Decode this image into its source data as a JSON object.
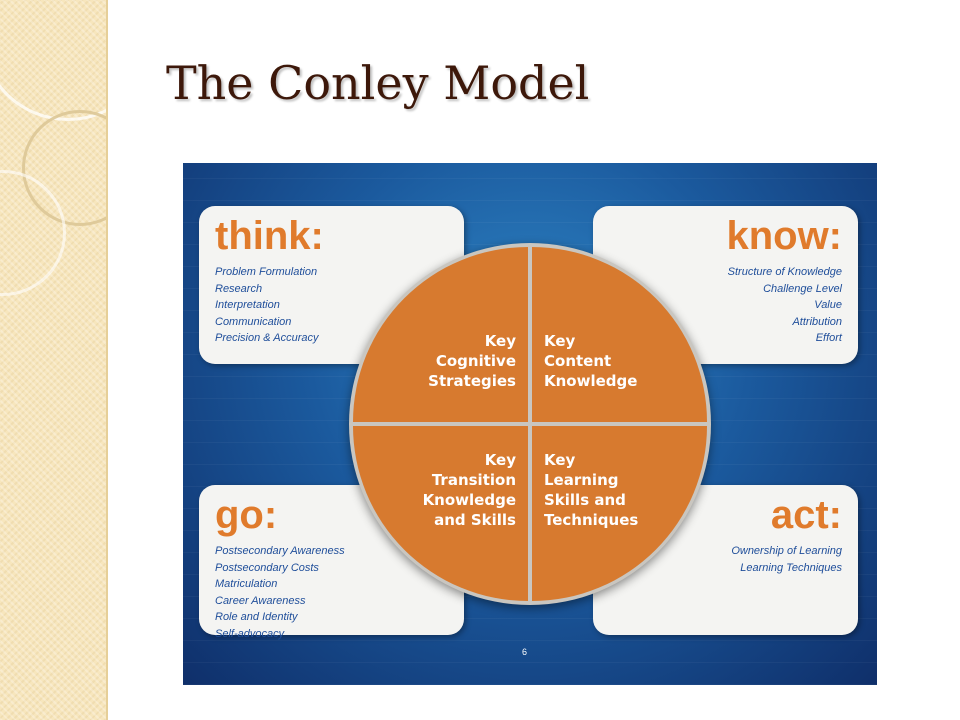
{
  "slide": {
    "title": "The Conley Model"
  },
  "diagram": {
    "panels": {
      "think": {
        "heading": "think:",
        "items": [
          "Problem Formulation",
          "Research",
          "Interpretation",
          "Communication",
          "Precision & Accuracy"
        ]
      },
      "know": {
        "heading": "know:",
        "items": [
          "Structure of Knowledge",
          "Challenge Level",
          "Value",
          "Attribution",
          "Effort"
        ]
      },
      "go": {
        "heading": "go:",
        "items": [
          "Postsecondary Awareness",
          "Postsecondary Costs",
          "Matriculation",
          "Career Awareness",
          "Role and Identity",
          "Self-advocacy"
        ]
      },
      "act": {
        "heading": "act:",
        "items": [
          "Ownership of Learning",
          "Learning Techniques"
        ]
      }
    },
    "quadrants": {
      "top_left": "Key\nCognitive\nStrategies",
      "top_right": "Key\nContent\nKnowledge",
      "bottom_left": "Key\nTransition\nKnowledge\nand Skills",
      "bottom_right": "Key\nLearning\nSkills and\nTechniques"
    },
    "page_number": "6",
    "colors": {
      "quadrant_fill": "#d77a2f",
      "heading_orange": "#e07b2c",
      "list_blue": "#1f4e9a",
      "background_blue": "#1b5a9e",
      "title_brown": "#3d180a"
    }
  }
}
